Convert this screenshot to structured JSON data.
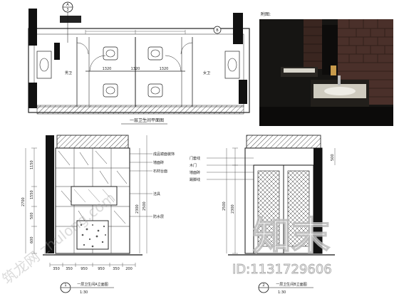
{
  "photo_caption": "附图:",
  "plan": {
    "section_tag_top": "A",
    "section_num_top": "3",
    "section_tag_right": "B",
    "dims_center": [
      "1320",
      "1320",
      "1320"
    ],
    "left_label": "男卫",
    "right_label": "女卫",
    "title": "一层卫生间平面图"
  },
  "elev_left": {
    "title": "一层卫生间A立面图",
    "marker": "1",
    "scale": "1:30",
    "vdims_left": [
      "1150",
      "1550",
      "2700",
      "500",
      "600"
    ],
    "vdims_right": [
      "2300",
      "2500"
    ],
    "hdims": [
      "350",
      "350",
      "950",
      "950",
      "350",
      "200"
    ],
    "notes": [
      "成品镜面装饰",
      "墙面砖",
      "石材台面",
      "洁具",
      "防水层"
    ]
  },
  "elev_right": {
    "title": "一层卫生间B立面图",
    "marker": "2",
    "scale": "1:30",
    "vdims_left": [
      "2300",
      "2500"
    ],
    "vdims_right": [
      "500"
    ],
    "notes": [
      "门套线",
      "木门",
      "墙面砖",
      "踢脚线"
    ]
  },
  "watermarks": {
    "zhulong": "筑龙网 zhulong.com",
    "brand": "知末",
    "id_text": "ID:1131729606"
  }
}
